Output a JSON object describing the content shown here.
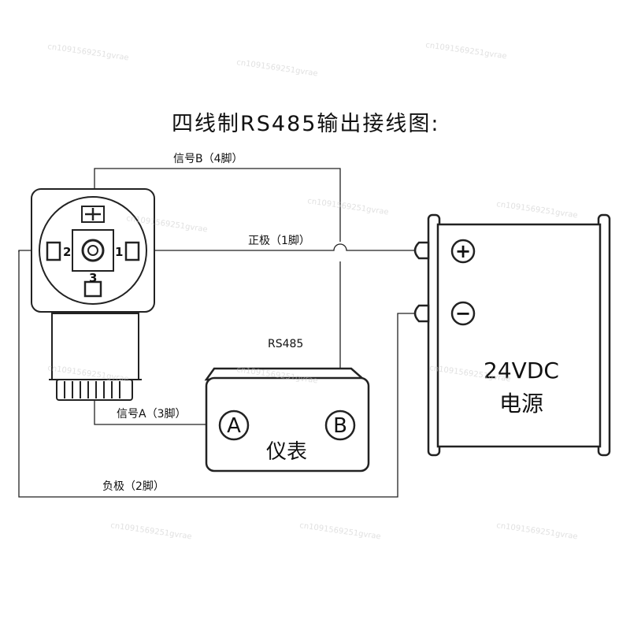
{
  "title": "四线制RS485输出接线图:",
  "wires": {
    "signal_b": "信号B（4脚）",
    "positive": "正极（1脚）",
    "rs485": "RS485",
    "signal_a": "信号A（3脚）",
    "negative": "负极（2脚）"
  },
  "connector": {
    "pins": [
      "1",
      "2",
      "3"
    ]
  },
  "meter": {
    "label": "仪表",
    "terminal_a": "A",
    "terminal_b": "B"
  },
  "power_supply": {
    "voltage": "24VDC",
    "name": "电源",
    "plus_symbol": "+",
    "minus_symbol": "−"
  },
  "watermark": "cn1091569251gvrae"
}
